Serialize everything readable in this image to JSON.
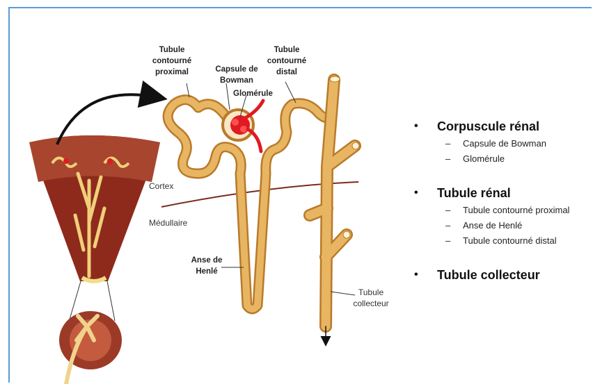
{
  "labels": {
    "tubule_proximal": [
      "Tubule",
      "contourné",
      "proximal"
    ],
    "capsule": [
      "Capsule de",
      "Bowman"
    ],
    "glomerule": "Glomérule",
    "tubule_distal": [
      "Tubule",
      "contourné",
      "distal"
    ],
    "cortex": "Cortex",
    "medullaire": "Médullaire",
    "anse": [
      "Anse de",
      "Henlé"
    ],
    "collecteur": [
      "Tubule",
      "collecteur"
    ]
  },
  "sections": [
    {
      "title": "Corpuscule rénal",
      "items": [
        "Capsule de Bowman",
        "Glomérule"
      ]
    },
    {
      "title": "Tubule rénal",
      "items": [
        "Tubule contourné proximal",
        "Anse de Henlé",
        "Tubule contourné distal"
      ]
    },
    {
      "title": "Tubule collecteur",
      "items": []
    }
  ],
  "colors": {
    "tubule": "#e3ab55",
    "tubule_dark": "#b97a2a",
    "kidney_tissue": "#8e2a1c",
    "glomerule": "#e01a22",
    "frame": "#5b9bd5"
  }
}
